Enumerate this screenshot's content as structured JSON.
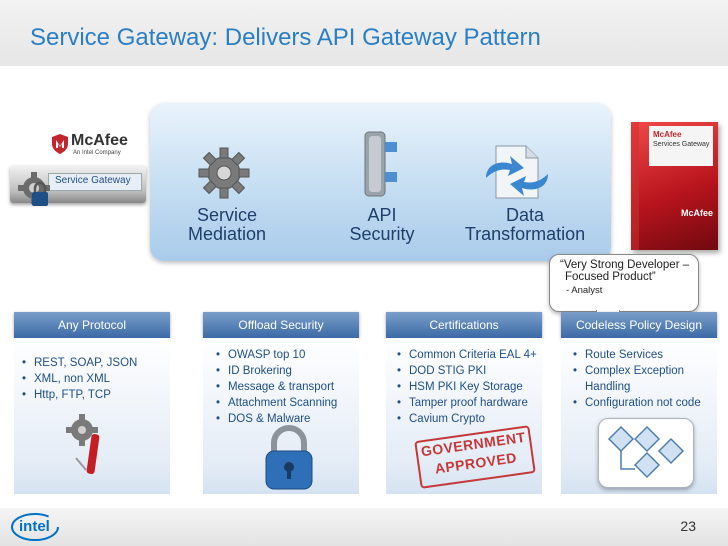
{
  "slide": {
    "title": "Service Gateway: Delivers API Gateway Pattern",
    "page_number": "23"
  },
  "product": {
    "mcafee_logo_text": "McAfee",
    "mcafee_tagline": "An Intel Company",
    "appliance_label": "Service Gateway",
    "box_brand": "McAfee",
    "box_product": "Services Gateway",
    "box_footer_brand": "McAfee"
  },
  "pillars": [
    {
      "line1": "Service",
      "line2": "Mediation",
      "icon": "gear-icon"
    },
    {
      "line1": "API",
      "line2": "Security",
      "icon": "server-connector-icon"
    },
    {
      "line1": "Data",
      "line2": "Transformation",
      "icon": "document-arrows-icon"
    }
  ],
  "quote": {
    "line1": "“Very Strong Developer –",
    "line2": "Focused Product”",
    "attribution": "- Analyst"
  },
  "columns": [
    {
      "header": "Any Protocol",
      "items": [
        "REST, SOAP, JSON",
        "XML, non XML",
        "Http, FTP, TCP"
      ]
    },
    {
      "header": "Offload Security",
      "items": [
        "OWASP top 10",
        "ID Brokering",
        "Message & transport",
        "Attachment Scanning",
        "DOS & Malware"
      ]
    },
    {
      "header": "Certifications",
      "items": [
        "Common Criteria EAL 4+",
        "DOD STIG PKI",
        "HSM PKI Key Storage",
        "Tamper proof hardware",
        "Cavium Crypto"
      ]
    },
    {
      "header": "Codeless Policy Design",
      "items": [
        "Route Services",
        "Complex Exception Handling",
        "Configuration not code"
      ]
    }
  ],
  "stamp": {
    "line1": "GOVERNMENT",
    "line2": "APPROVED"
  },
  "footer": {
    "logo_text": "intel"
  },
  "colors": {
    "title": "#2a7fc4",
    "header_blue": "#3b6aa6",
    "bullet_text": "#1f4f87",
    "stamp_red": "#c4383a",
    "intel_blue": "#0071c5"
  }
}
